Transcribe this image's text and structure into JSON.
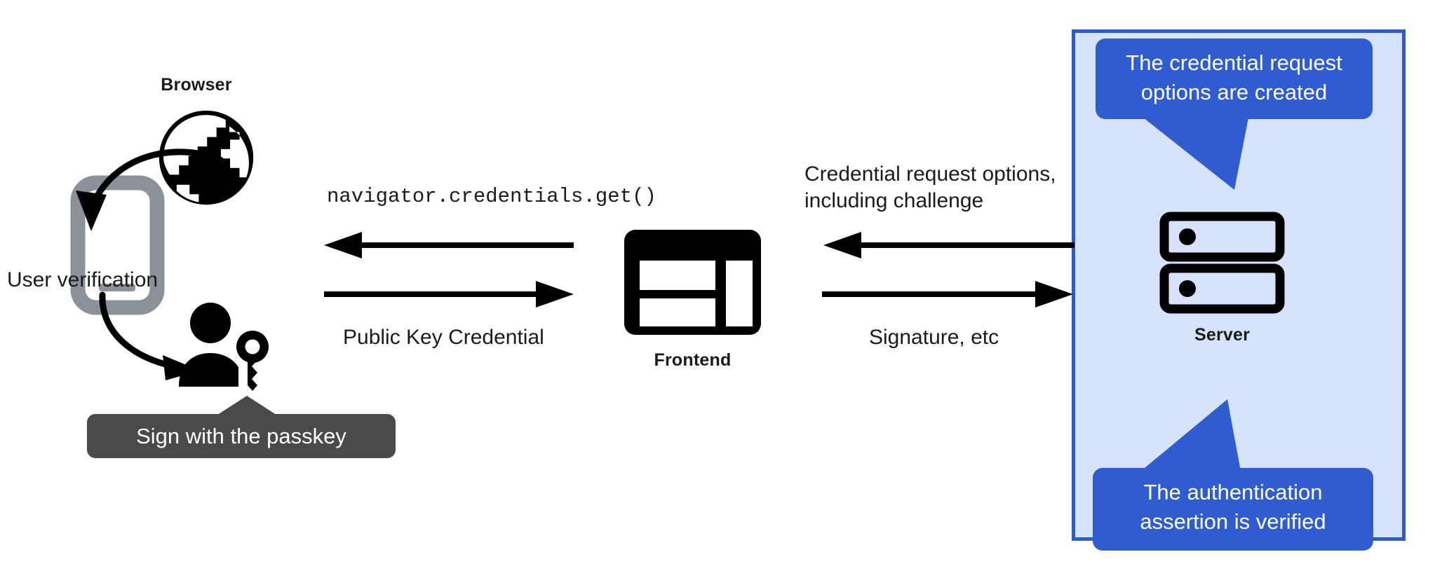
{
  "diagram": {
    "title_hidden": "",
    "background": "#ffffff",
    "accent_blue": "#2f5cd0",
    "panel_blue_bg": "#d7e3fb",
    "panel_border": "#2e5bcc",
    "tooltip_dark": "#4a4a4a",
    "phone_gray": "#8b9199",
    "ink": "#1b1b1b"
  },
  "nodes": {
    "browser": {
      "label": "Browser",
      "icon": "globe-icon"
    },
    "phone": {
      "icon": "phone-icon"
    },
    "user": {
      "icon": "person-with-key-icon"
    },
    "frontend": {
      "label": "Frontend",
      "icon": "frontend-layout-icon"
    },
    "server": {
      "label": "Server",
      "icon": "server-racks-icon"
    }
  },
  "annotations": {
    "user_verification": "User verification",
    "sign_passkey": "Sign with the passkey",
    "credential_request_created": "The credential request\noptions are created",
    "assertion_verified": "The authentication\nassertion is verified"
  },
  "flows": {
    "left_top": "navigator.credentials.get()",
    "left_bottom": "Public Key Credential",
    "right_top": "Credential request options,\nincluding challenge",
    "right_bottom": "Signature, etc"
  }
}
